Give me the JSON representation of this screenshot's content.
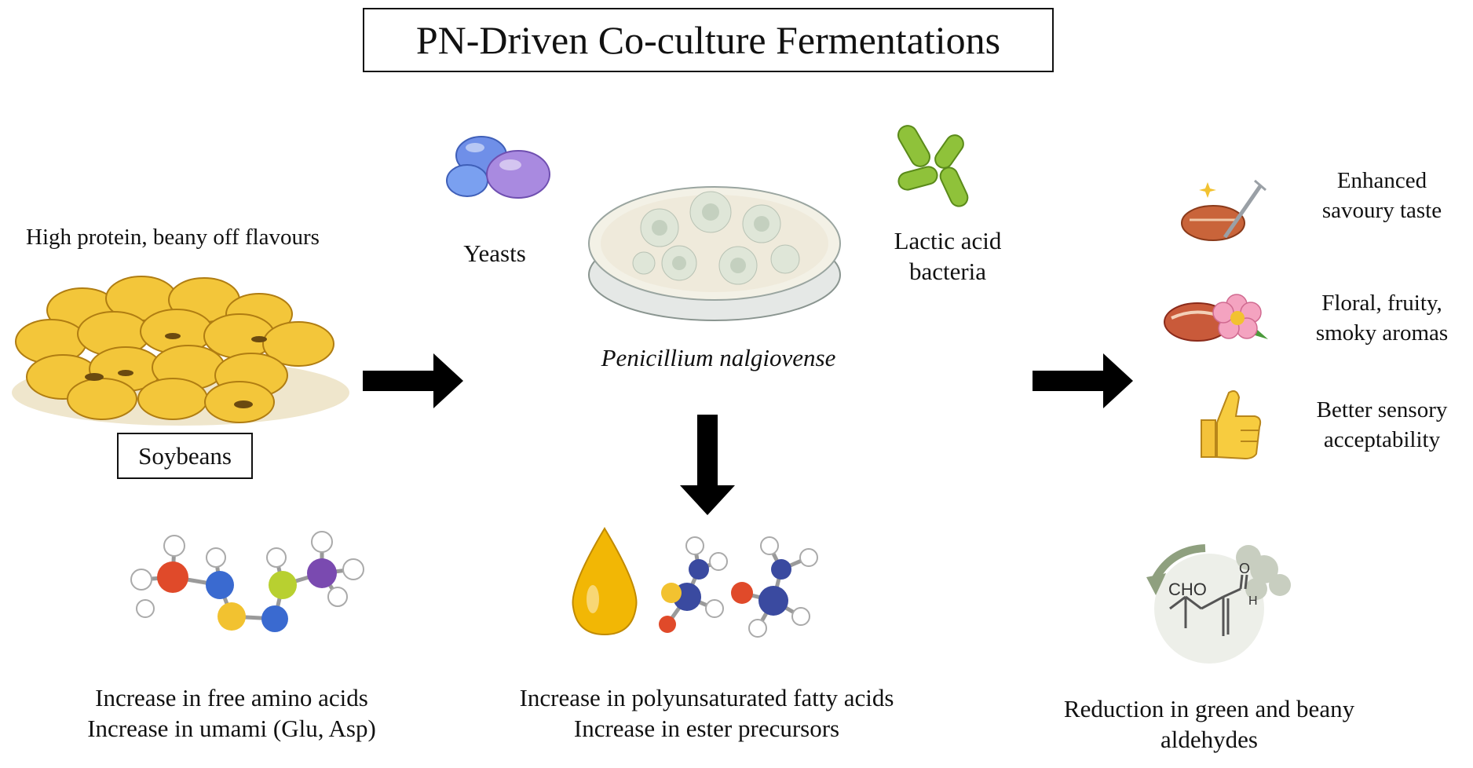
{
  "title": "PN-Driven Co-culture Fermentations",
  "left": {
    "caption": "High protein, beany off flavours",
    "label": "Soybeans"
  },
  "middle": {
    "yeasts": "Yeasts",
    "lab": [
      "Lactic acid",
      "bacteria"
    ],
    "fungus": "Penicillium nalgiovense"
  },
  "outcomes": [
    {
      "icon": "meat-fork-icon",
      "lines": [
        "Enhanced",
        "savoury taste"
      ]
    },
    {
      "icon": "meat-flower-icon",
      "lines": [
        "Floral, fruity,",
        "smoky aromas"
      ]
    },
    {
      "icon": "thumbs-up-icon",
      "lines": [
        "Better sensory",
        "acceptability"
      ]
    }
  ],
  "bottom": {
    "amino": [
      "Increase in free amino acids",
      "Increase in umami (Glu, Asp)"
    ],
    "fatty": [
      "Increase in polyunsaturated fatty acids",
      "Increase in ester precursors"
    ],
    "aldehyde": [
      "Reduction in green and beany",
      "aldehydes"
    ],
    "aldehyde_formula": "CHO",
    "aldehyde_o": "O",
    "aldehyde_h": "H"
  },
  "colors": {
    "soy": "#f3c63a",
    "soy_dark": "#c8901a",
    "yeast_blue": "#6f8fe8",
    "yeast_purple": "#a98ae0",
    "bacteria": "#8fc23a",
    "arrow": "#000000",
    "oil": "#f2b705"
  }
}
